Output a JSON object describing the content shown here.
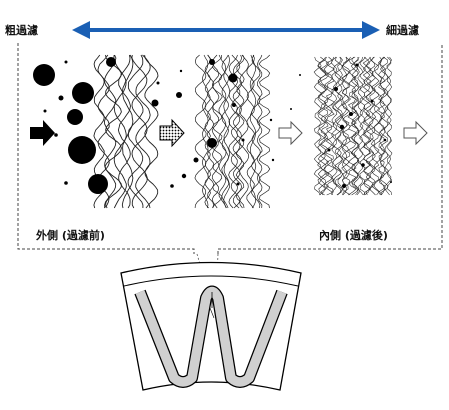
{
  "labels": {
    "coarse_filtration": "粗過濾",
    "fine_filtration": "細過濾",
    "outer_side": "外側 (過濾前)",
    "inner_side": "內側 (過濾後)"
  },
  "colors": {
    "gradient_arrow": "#1a5fb4",
    "fiber": "#222222",
    "particle": "#000000",
    "dashed_border": "#444444",
    "pleat_fill": "#d0d0d0"
  },
  "icons": [
    "solid-arrow-icon",
    "dotted-arrow-icon",
    "outline-arrow-icon",
    "outline-arrow-icon"
  ]
}
